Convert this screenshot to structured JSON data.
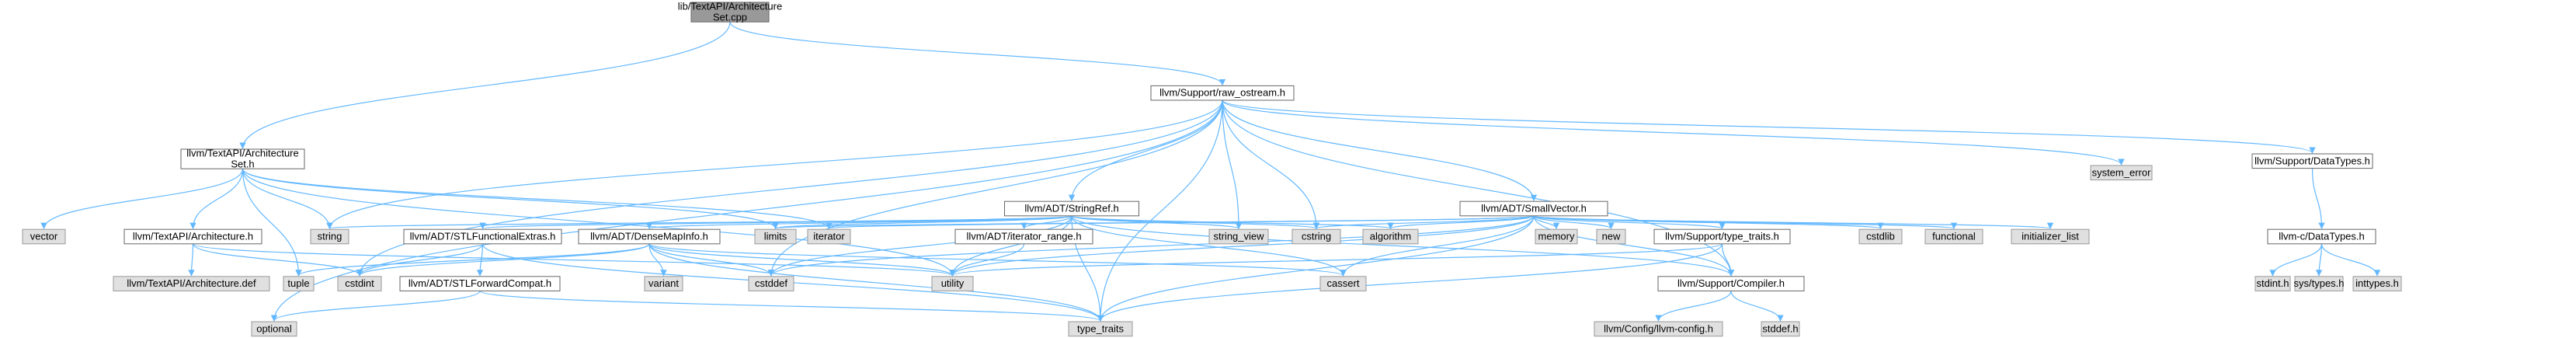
{
  "colors": {
    "edge": "#63b8ff",
    "linked_fill": "#ffffff",
    "linked_border": "#666666",
    "external_fill": "#e0e0e0",
    "external_border": "#999999",
    "root_fill": "#999999",
    "root_border": "#666666"
  },
  "nodes": [
    {
      "id": "root",
      "lines": [
        "lib/TextAPI/Architecture",
        "Set.cpp"
      ],
      "kind": "root"
    },
    {
      "id": "raw_ostream",
      "lines": [
        "llvm/Support/raw_ostream.h"
      ],
      "kind": "linked"
    },
    {
      "id": "archset",
      "lines": [
        "llvm/TextAPI/Architecture",
        "Set.h"
      ],
      "kind": "linked"
    },
    {
      "id": "stringref",
      "lines": [
        "llvm/ADT/StringRef.h"
      ],
      "kind": "linked"
    },
    {
      "id": "smallvector",
      "lines": [
        "llvm/ADT/SmallVector.h"
      ],
      "kind": "linked"
    },
    {
      "id": "system_error",
      "lines": [
        "system_error"
      ],
      "kind": "external"
    },
    {
      "id": "datatypes",
      "lines": [
        "llvm/Support/DataTypes.h"
      ],
      "kind": "linked"
    },
    {
      "id": "vector",
      "lines": [
        "vector"
      ],
      "kind": "external"
    },
    {
      "id": "architecture",
      "lines": [
        "llvm/TextAPI/Architecture.h"
      ],
      "kind": "linked"
    },
    {
      "id": "string",
      "lines": [
        "string"
      ],
      "kind": "external"
    },
    {
      "id": "stlfunc",
      "lines": [
        "llvm/ADT/STLFunctionalExtras.h"
      ],
      "kind": "linked"
    },
    {
      "id": "densemapinfo",
      "lines": [
        "llvm/ADT/DenseMapInfo.h"
      ],
      "kind": "linked"
    },
    {
      "id": "limits",
      "lines": [
        "limits"
      ],
      "kind": "external"
    },
    {
      "id": "iterator",
      "lines": [
        "iterator"
      ],
      "kind": "external"
    },
    {
      "id": "iterator_range",
      "lines": [
        "llvm/ADT/iterator_range.h"
      ],
      "kind": "linked"
    },
    {
      "id": "string_view",
      "lines": [
        "string_view"
      ],
      "kind": "external"
    },
    {
      "id": "cstring",
      "lines": [
        "cstring"
      ],
      "kind": "external"
    },
    {
      "id": "algorithm",
      "lines": [
        "algorithm"
      ],
      "kind": "external"
    },
    {
      "id": "memory",
      "lines": [
        "memory"
      ],
      "kind": "external"
    },
    {
      "id": "new",
      "lines": [
        "new"
      ],
      "kind": "external"
    },
    {
      "id": "type_traits_h",
      "lines": [
        "llvm/Support/type_traits.h"
      ],
      "kind": "linked"
    },
    {
      "id": "cstdlib",
      "lines": [
        "cstdlib"
      ],
      "kind": "external"
    },
    {
      "id": "functional",
      "lines": [
        "functional"
      ],
      "kind": "external"
    },
    {
      "id": "initializer_list",
      "lines": [
        "initializer_list"
      ],
      "kind": "external"
    },
    {
      "id": "llvmc_datatypes",
      "lines": [
        "llvm-c/DataTypes.h"
      ],
      "kind": "linked"
    },
    {
      "id": "arch_def",
      "lines": [
        "llvm/TextAPI/Architecture.def"
      ],
      "kind": "external"
    },
    {
      "id": "tuple",
      "lines": [
        "tuple"
      ],
      "kind": "external"
    },
    {
      "id": "cstdint",
      "lines": [
        "cstdint"
      ],
      "kind": "external"
    },
    {
      "id": "stlforward",
      "lines": [
        "llvm/ADT/STLForwardCompat.h"
      ],
      "kind": "linked"
    },
    {
      "id": "variant",
      "lines": [
        "variant"
      ],
      "kind": "external"
    },
    {
      "id": "cstddef",
      "lines": [
        "cstddef"
      ],
      "kind": "external"
    },
    {
      "id": "utility",
      "lines": [
        "utility"
      ],
      "kind": "external"
    },
    {
      "id": "cassert",
      "lines": [
        "cassert"
      ],
      "kind": "external"
    },
    {
      "id": "compiler",
      "lines": [
        "llvm/Support/Compiler.h"
      ],
      "kind": "linked"
    },
    {
      "id": "stdint",
      "lines": [
        "stdint.h"
      ],
      "kind": "external"
    },
    {
      "id": "sys_types",
      "lines": [
        "sys/types.h"
      ],
      "kind": "external"
    },
    {
      "id": "inttypes",
      "lines": [
        "inttypes.h"
      ],
      "kind": "external"
    },
    {
      "id": "optional",
      "lines": [
        "optional"
      ],
      "kind": "external"
    },
    {
      "id": "type_traits",
      "lines": [
        "type_traits"
      ],
      "kind": "external"
    },
    {
      "id": "llvm_config",
      "lines": [
        "llvm/Config/llvm-config.h"
      ],
      "kind": "external"
    },
    {
      "id": "stddef",
      "lines": [
        "stddef.h"
      ],
      "kind": "external"
    }
  ]
}
